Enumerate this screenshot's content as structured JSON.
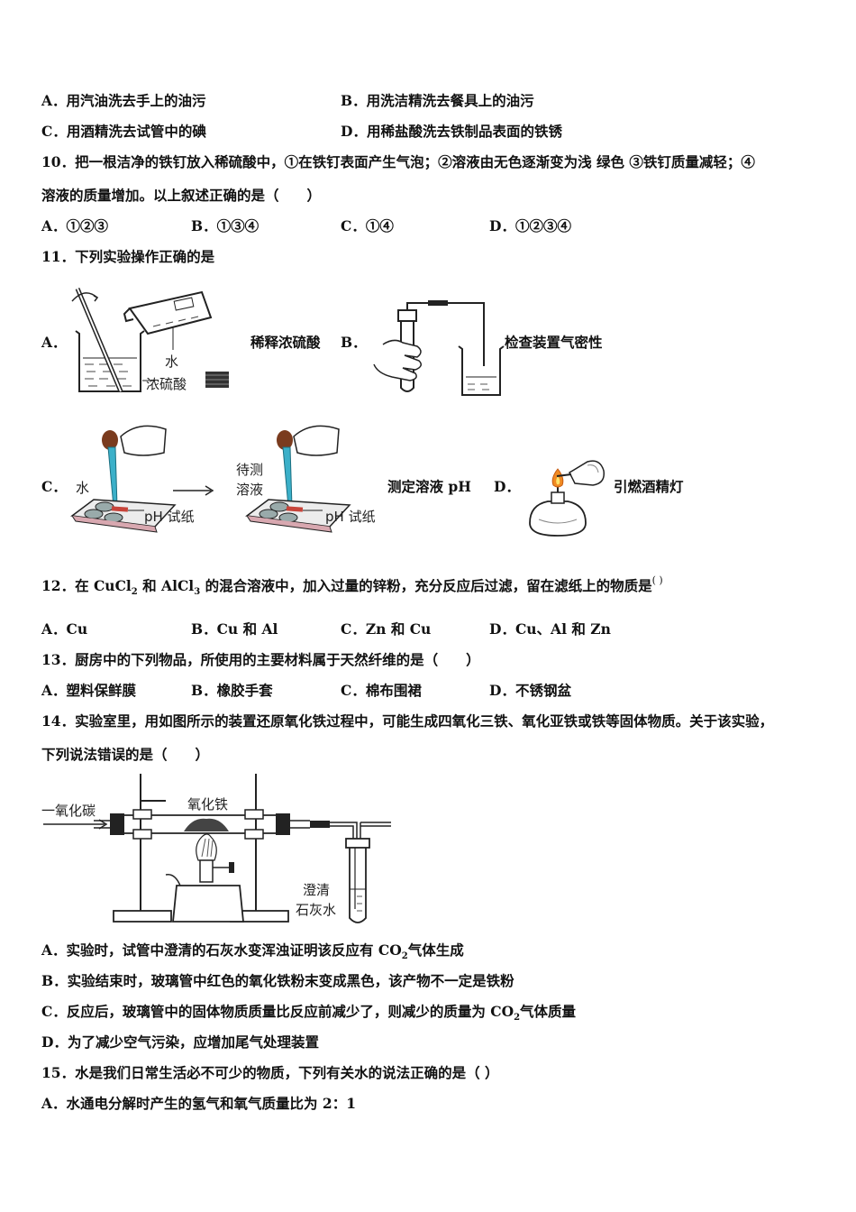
{
  "q9": {
    "a": "A．用汽油洗去手上的油污",
    "b": "B．用洗洁精洗去餐具上的油污",
    "c": "C．用酒精洗去试管中的碘",
    "d": "D．用稀盐酸洗去铁制品表面的铁锈"
  },
  "q10": {
    "stem1": "10．把一根洁净的铁钉放入稀硫酸中，①在铁钉表面产生气泡；②溶液由无色逐渐变为浅 绿色 ③铁钉质量减轻；④",
    "stem2": "溶液的质量增加。以上叙述正确的是（　　）",
    "a": "A．①②③",
    "b": "B．①③④",
    "c": "C．①④",
    "d": "D．①②③④"
  },
  "q11": {
    "stem": "11．下列实验操作正确的是",
    "a_letter": "A．",
    "a_label": "稀释浓硫酸",
    "a_water": "水",
    "a_acid": "浓硫酸",
    "b_letter": "B．",
    "b_label": "检查装置气密性",
    "c_letter": "C．",
    "c_water": "水",
    "c_solution_1": "待测",
    "c_solution_2": "溶液",
    "c_paper_1": "pH 试纸",
    "c_paper_2": "pH 试纸",
    "c_label": "测定溶液 pH",
    "d_letter": "D．",
    "d_label": "引燃酒精灯"
  },
  "q12": {
    "stem_pre": "12．在 CuCl",
    "sub1": "2",
    "stem_mid": " 和 AlCl",
    "sub2": "3",
    "stem_post": " 的混合溶液中，加入过量的锌粉，充分反应后过滤，留在滤纸上的物质是",
    "paren": "( )",
    "a": "A．Cu",
    "b": "B．Cu 和 Al",
    "c": "C．Zn 和 Cu",
    "d": "D．Cu、Al 和 Zn"
  },
  "q13": {
    "stem": "13．厨房中的下列物品，所使用的主要材料属于天然纤维的是（　　）",
    "a": "A．塑料保鲜膜",
    "b": "B．橡胶手套",
    "c": "C．棉布围裙",
    "d": "D．不锈钢盆"
  },
  "q14": {
    "stem1": "14．实验室里，用如图所示的装置还原氧化铁过程中，可能生成四氧化三铁、氧化亚铁或铁等固体物质。关于该实验，",
    "stem2": "下列说法错误的是（　　）",
    "fig_co": "一氧化碳",
    "fig_fe2o3": "氧化铁",
    "fig_lime_1": "澄清",
    "fig_lime_2": "石灰水",
    "a_pre": "A．实验时，试管中澄清的石灰水变浑浊证明该反应有 CO",
    "a_sub": "2",
    "a_post": "气体生成",
    "b": "B．实验结束时，玻璃管中红色的氧化铁粉末变成黑色，该产物不一定是铁粉",
    "c_pre": "C．反应后，玻璃管中的固体物质质量比反应前减少了，则减少的质量为 CO",
    "c_sub": "2",
    "c_post": "气体质量",
    "d": "D．为了减少空气污染，应增加尾气处理装置"
  },
  "q15": {
    "stem": "15．水是我们日常生活必不可少的物质，下列有关水的说法正确的是（ ）",
    "a": "A．水通电分解时产生的氢气和氧气质量比为 2：1"
  }
}
